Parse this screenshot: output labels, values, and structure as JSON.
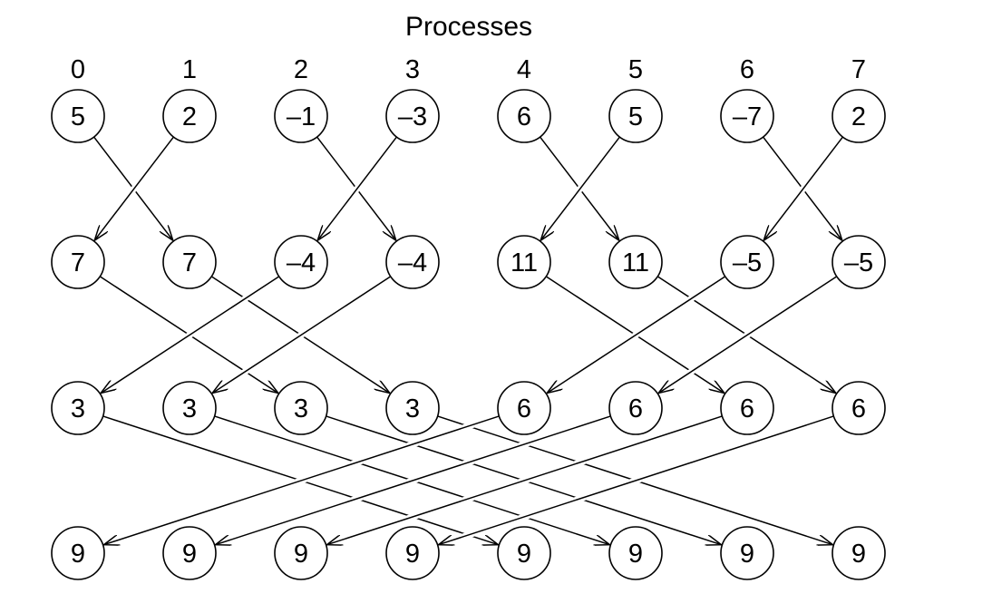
{
  "title": "Processes",
  "processes": [
    "0",
    "1",
    "2",
    "3",
    "4",
    "5",
    "6",
    "7"
  ],
  "rows": [
    [
      "5",
      "2",
      "–1",
      "–3",
      "6",
      "5",
      "–7",
      "2"
    ],
    [
      "7",
      "7",
      "–4",
      "–4",
      "11",
      "11",
      "–5",
      "–5"
    ],
    [
      "3",
      "3",
      "3",
      "3",
      "6",
      "6",
      "6",
      "6"
    ],
    [
      "9",
      "9",
      "9",
      "9",
      "9",
      "9",
      "9",
      "9"
    ]
  ],
  "exchange_distances": [
    1,
    2,
    4
  ]
}
